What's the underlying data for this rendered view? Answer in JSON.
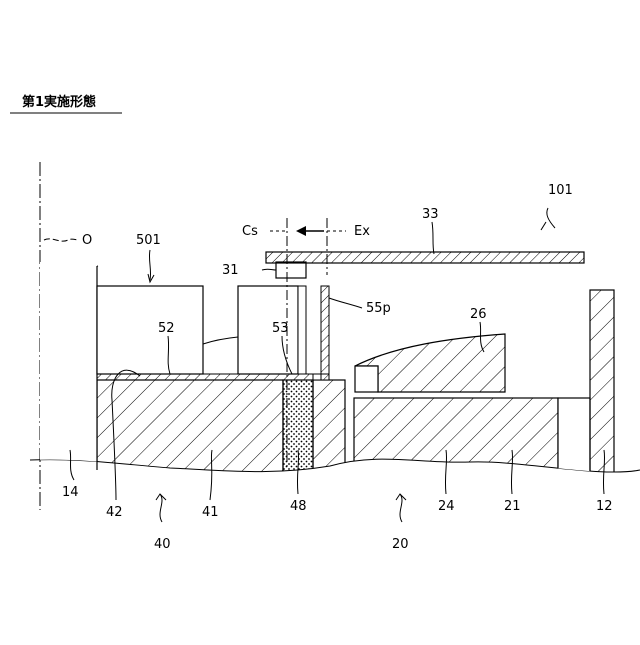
{
  "heading": "第1実施形態",
  "labels": {
    "ref_101": "101",
    "ref_33": "33",
    "ref_o": "O",
    "ref_501": "501",
    "ref_cs": "Cs",
    "ref_ex": "Ex",
    "ref_31": "31",
    "ref_55p": "55p",
    "ref_26": "26",
    "ref_52": "52",
    "ref_53": "53",
    "ref_14": "14",
    "ref_42": "42",
    "ref_41": "41",
    "ref_48": "48",
    "ref_24": "24",
    "ref_21": "21",
    "ref_12": "12",
    "ref_40": "40",
    "ref_20": "20"
  }
}
